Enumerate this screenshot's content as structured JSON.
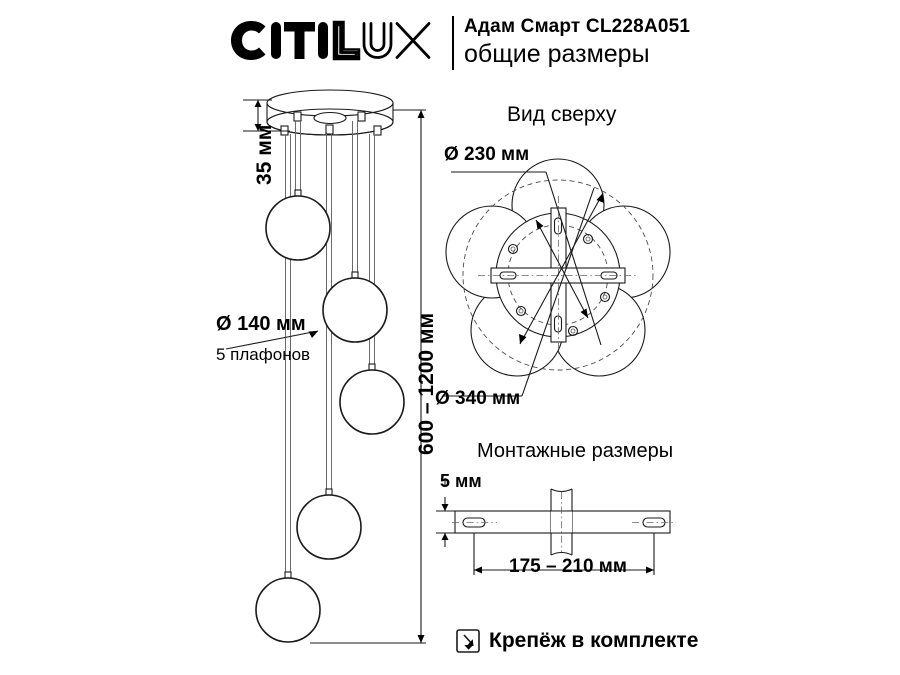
{
  "header": {
    "brand": "CITILUX",
    "product": "Адам Смарт CL228A051",
    "subtitle": "общие размеры"
  },
  "front_view": {
    "canopy_height_label": "35 мм",
    "drop_range_label": "600 – 1200 мм",
    "shade_diameter_label": "Ø 140 мм",
    "shade_count_label": "5 плафонов"
  },
  "top_view": {
    "title": "Вид сверху",
    "inner_diameter_label": "Ø 230 мм",
    "outer_diameter_label": "Ø 340 мм"
  },
  "mount_view": {
    "title": "Монтажные размеры",
    "thickness_label": "5 мм",
    "spread_label": "175 – 210 мм"
  },
  "footer": {
    "note": "Крепёж в комплекте",
    "icon": "box-arrow-down-right-icon"
  },
  "colors": {
    "background": "#ffffff",
    "line": "#1a1a1a",
    "dashed": "#4a4a4a",
    "cable": "#6b6b6b"
  }
}
